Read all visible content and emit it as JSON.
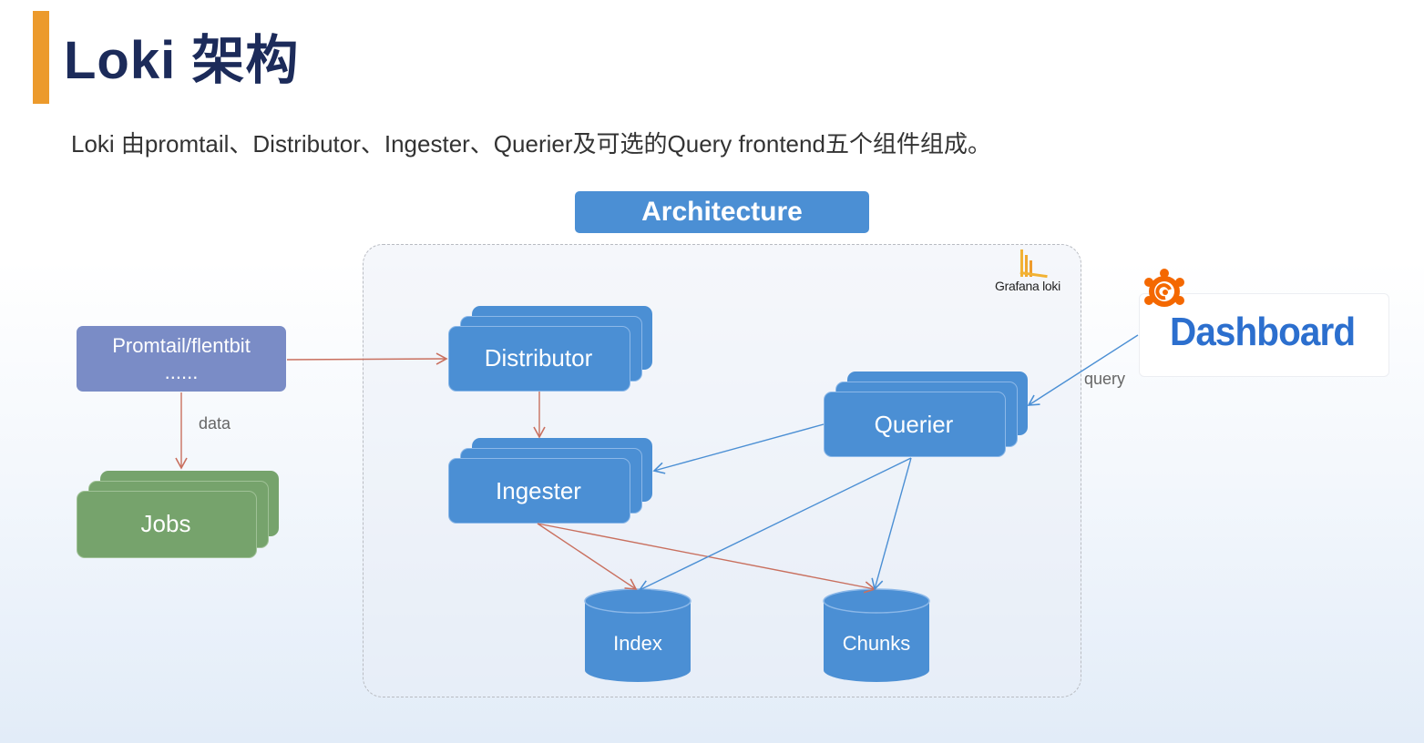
{
  "title": "Loki 架构",
  "subtitle": "Loki 由promtail、Distributor、Ingester、Querier及可选的Query frontend五个组件组成。",
  "diagram": {
    "header": "Architecture",
    "logo_text": "Grafana loki",
    "nodes": {
      "promtail": {
        "line1": "Promtail/flentbit",
        "line2": "......"
      },
      "jobs": "Jobs",
      "distributor": "Distributor",
      "ingester": "Ingester",
      "querier": "Querier",
      "index": "Index",
      "chunks": "Chunks",
      "dashboard": "Dashboard"
    },
    "edge_labels": {
      "data": "data",
      "query": "query"
    },
    "colors": {
      "accent_bar": "#ec9a2c",
      "component_blue": "#4b8fd4",
      "promtail_purple": "#7a8cc6",
      "jobs_green": "#76a36c",
      "arrow_red": "#c9705f",
      "arrow_blue": "#4b8fd4",
      "grafana_orange": "#f46800"
    }
  }
}
